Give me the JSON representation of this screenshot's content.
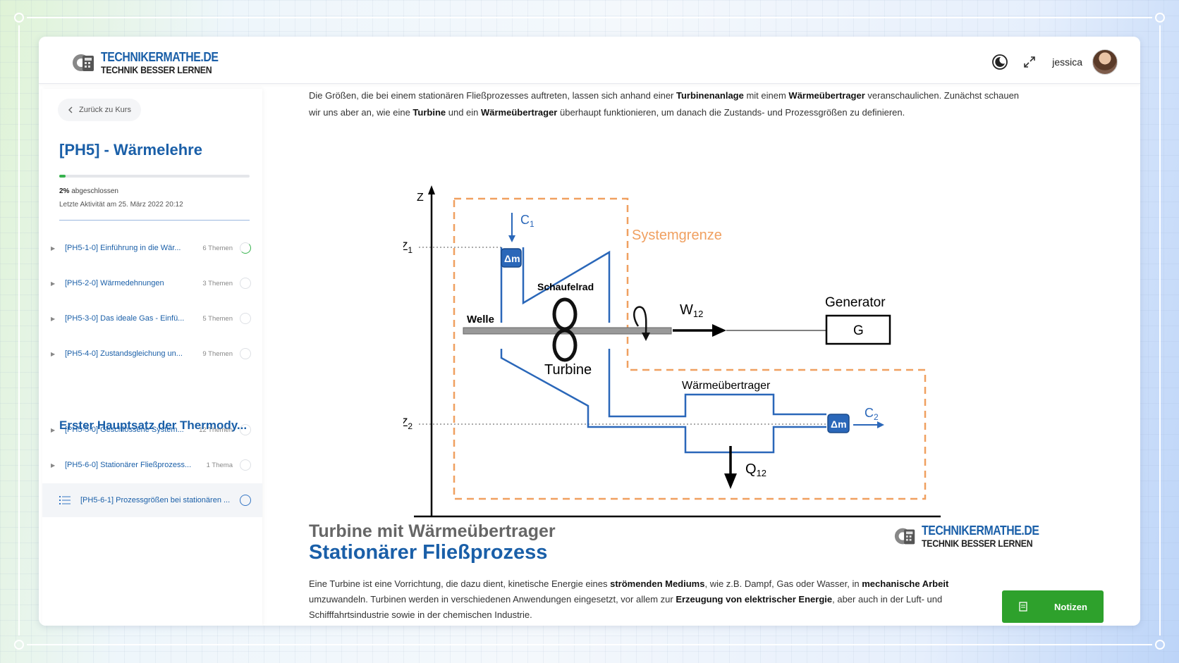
{
  "brand": {
    "line1": "TECHNIKERMATHE.DE",
    "line2": "TECHNIK BESSER LERNEN"
  },
  "header": {
    "username": "jessica"
  },
  "sidebar": {
    "back_label": "Zurück zu Kurs",
    "course_title": "[PH5] - Wärmelehre",
    "progress_percent": 2,
    "progress_pct_label": "2%",
    "progress_suffix": " abgeschlossen",
    "last_activity": "Letzte Aktivität am 25. März 2022 20:12",
    "chapters": [
      {
        "label": "[PH5-1-0] Einführung in die Wär...",
        "count": "6 Themen"
      },
      {
        "label": "[PH5-2-0] Wärmedehnungen",
        "count": "3 Themen"
      },
      {
        "label": "[PH5-3-0] Das ideale Gas - Einfü...",
        "count": "5 Themen"
      },
      {
        "label": "[PH5-4-0] Zustandsgleichung un...",
        "count": "9 Themen"
      }
    ],
    "section_title": "Erster Hauptsatz der Thermody...",
    "chapters2": [
      {
        "label": "[PH5-5-0] Geschlossene System...",
        "count": "12 Themen"
      },
      {
        "label": "[PH5-6-0] Stationärer Fließprozess...",
        "count": "1 Thema"
      }
    ],
    "active_item": "[PH5-6-1] Prozessgrößen bei stationären ..."
  },
  "content": {
    "intro": {
      "t1": "Die Größen, die bei einem stationären Fließprozesses auftreten, lassen sich anhand einer ",
      "b1": "Turbinenanlage",
      "t2": " mit einem ",
      "b2": "Wärmeübertrager",
      "t3": " veranschaulichen. Zunächst schauen wir uns aber an, wie eine ",
      "b3": "Turbine",
      "t4": " und ein ",
      "b4": "Wärmeübertrager",
      "t5": " überhaupt funktionieren, um danach die Zustands- und Prozessgrößen zu definieren."
    },
    "diagram": {
      "z": "Z",
      "z1": "Z",
      "z1_sub": "1",
      "z2": "Z",
      "z2_sub": "2",
      "c1": "C",
      "c1_sub": "1",
      "c2": "C",
      "c2_sub": "2",
      "dm": "Δm",
      "systemgrenze": "Systemgrenze",
      "schaufelrad": "Schaufelrad",
      "welle": "Welle",
      "turbine": "Turbine",
      "w12": "W",
      "w12_sub": "12",
      "generator": "Generator",
      "g": "G",
      "waermeuebertrager": "Wärmeübertrager",
      "q12": "Q",
      "q12_sub": "12"
    },
    "title1": "Turbine mit Wärmeübertrager",
    "title2": "Stationärer Fließprozess",
    "body": {
      "t1": "Eine Turbine ist eine Vorrichtung, die dazu dient, kinetische Energie eines ",
      "b1": "strömenden Mediums",
      "t2": ", wie z.B. Dampf, Gas oder Wasser, in ",
      "b2": "mechanische Arbeit",
      "t3": " umzuwandeln. Turbinen werden in verschiedenen Anwendungen eingesetzt, vor allem zur ",
      "b3": "Erzeugung von elektrischer Energie",
      "t4": ", aber auch in der Luft- und Schifffahrtsindustrie sowie in der chemischen Industrie."
    }
  },
  "notes_button": "Notizen",
  "icons": [
    "moon-icon",
    "fullscreen-icon",
    "chevron-left-icon",
    "caret-right-icon",
    "list-icon",
    "notes-icon",
    "gear-logo-icon"
  ],
  "colors": {
    "brand_blue": "#1a5fa8",
    "accent_green": "#2ea12c",
    "boundary_orange": "#f0a060",
    "pipe_blue": "#2a67b9"
  }
}
